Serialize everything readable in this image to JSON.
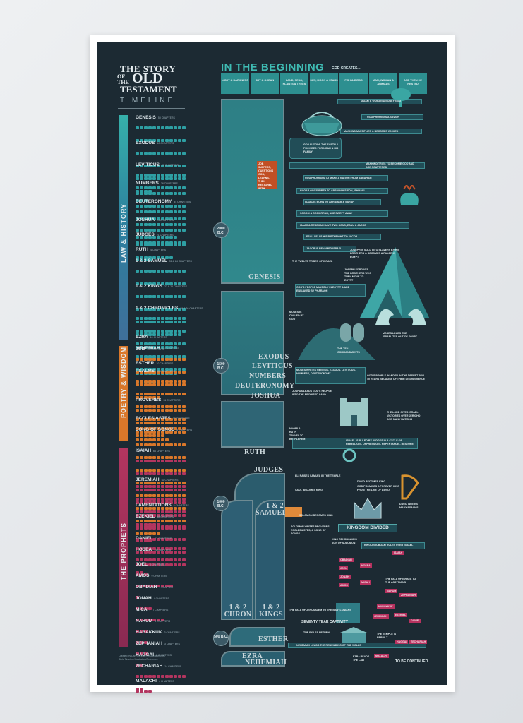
{
  "poster": {
    "title_line1": "THE STORY",
    "title_of": "OF THE",
    "title_old": "OLD",
    "title_line3": "TESTAMENT",
    "title_line4": "TIMELINE",
    "credit_line1": "Created by Dan Sheehan | illustration.com",
    "credit_line2": "Bible Timeline/Illustration/Reference"
  },
  "sections": [
    {
      "label": "LAW & HISTORY",
      "color": "#2e9fa3"
    },
    {
      "label": "POETRY & WISDOM",
      "color": "#d9772a"
    },
    {
      "label": "THE PROPHETS",
      "color": "#b3355f"
    }
  ],
  "books": [
    {
      "name": "GENESIS",
      "chapters": "50 CHAPTERS",
      "count": 50,
      "section": 0
    },
    {
      "name": "EXODUS",
      "chapters": "40 CHAPTERS",
      "count": 40,
      "section": 0
    },
    {
      "name": "LEVITICUS",
      "chapters": "27 CHAPTERS",
      "count": 27,
      "section": 0
    },
    {
      "name": "NUMBERS",
      "chapters": "36 CHAPTERS",
      "count": 36,
      "section": 0
    },
    {
      "name": "DEUTERONOMY",
      "chapters": "34 CHAPTERS",
      "count": 34,
      "section": 0
    },
    {
      "name": "JOSHUA",
      "chapters": "24 CHAPTERS",
      "count": 24,
      "section": 0
    },
    {
      "name": "JUDGES",
      "chapters": "21 CHAPTERS",
      "count": 21,
      "section": 0
    },
    {
      "name": "RUTH",
      "chapters": "4 CHAPTERS",
      "count": 4,
      "section": 0
    },
    {
      "name": "1 & 2 SAMUEL",
      "chapters": "31 & 24 CHAPTERS",
      "count": 55,
      "section": 0
    },
    {
      "name": "1 & 2 KINGS",
      "chapters": "22 & 25 CHAPTERS",
      "count": 47,
      "section": 0
    },
    {
      "name": "1 & 2 CHRONICLES",
      "chapters": "29 & 36 CHAPTERS",
      "count": 65,
      "section": 0
    },
    {
      "name": "EZRA",
      "chapters": "10 CHAPTERS",
      "count": 10,
      "section": 0
    },
    {
      "name": "NEHEMIAH",
      "chapters": "13 CHAPTERS",
      "count": 13,
      "section": 0
    },
    {
      "name": "ESTHER",
      "chapters": "10 CHAPTERS",
      "count": 10,
      "section": 0
    },
    {
      "name": "JOB",
      "chapters": "42 CHAPTERS",
      "count": 42,
      "section": 1
    },
    {
      "name": "PSALMS",
      "chapters": "150 CHAPTERS",
      "count": 150,
      "section": 1
    },
    {
      "name": "PROVERBS",
      "chapters": "31 CHAPTERS",
      "count": 31,
      "section": 1
    },
    {
      "name": "ECCLESIASTES",
      "chapters": "12 CHAPTERS",
      "count": 12,
      "section": 1
    },
    {
      "name": "SONG OF SONGS",
      "chapters": "8 CHAPTERS",
      "count": 8,
      "section": 1
    },
    {
      "name": "ISAIAH",
      "chapters": "66 CHAPTERS",
      "count": 66,
      "section": 2
    },
    {
      "name": "JEREMIAH",
      "chapters": "52 CHAPTERS",
      "count": 52,
      "section": 2
    },
    {
      "name": "LAMENTATIONS",
      "chapters": "5 CHAPTERS",
      "count": 5,
      "section": 2
    },
    {
      "name": "EZEKIEL",
      "chapters": "48 CHAPTERS",
      "count": 48,
      "section": 2
    },
    {
      "name": "DANIEL",
      "chapters": "12 CHAPTERS",
      "count": 12,
      "section": 2
    },
    {
      "name": "HOSEA",
      "chapters": "14 CHAPTERS",
      "count": 14,
      "section": 2
    },
    {
      "name": "JOEL",
      "chapters": "3 CHAPTERS",
      "count": 3,
      "section": 2
    },
    {
      "name": "AMOS",
      "chapters": "9 CHAPTERS",
      "count": 9,
      "section": 2
    },
    {
      "name": "OBADIAH",
      "chapters": "1 CHAPTER",
      "count": 1,
      "section": 2
    },
    {
      "name": "JONAH",
      "chapters": "4 CHAPTERS",
      "count": 4,
      "section": 2
    },
    {
      "name": "MICAH",
      "chapters": "7 CHAPTERS",
      "count": 7,
      "section": 2
    },
    {
      "name": "NAHUM",
      "chapters": "3 CHAPTERS",
      "count": 3,
      "section": 2
    },
    {
      "name": "HABAKKUK",
      "chapters": "3 CHAPTERS",
      "count": 3,
      "section": 2
    },
    {
      "name": "ZEPHANIAH",
      "chapters": "3 CHAPTERS",
      "count": 3,
      "section": 2
    },
    {
      "name": "HAGGAI",
      "chapters": "2 CHAPTERS",
      "count": 2,
      "section": 2
    },
    {
      "name": "ZECHARIAH",
      "chapters": "14 CHAPTERS",
      "count": 14,
      "section": 2
    },
    {
      "name": "MALACHI",
      "chapters": "4 CHAPTERS",
      "count": 4,
      "section": 2
    }
  ],
  "beginning": {
    "heading": "IN THE BEGINNING",
    "god_creates": "GOD CREATES...",
    "days": [
      "LIGHT & DARKNESS",
      "SKY & OCEAN",
      "LAND, SEAS, PLANTS & TREES",
      "SUN, MOON & STARS",
      "FISH & BIRDS",
      "MAN, WOMAN & ANIMALS",
      "AND THEN HE RESTED"
    ]
  },
  "timeline": {
    "dates": [
      "2000 B.C.",
      "1500 B.C.",
      "1000 B.C.",
      "500 B.C."
    ],
    "book_labels": [
      "GENESIS",
      "EXODUS",
      "LEVITICUS",
      "NUMBERS",
      "DEUTERONOMY",
      "JOSHUA",
      "RUTH",
      "JUDGES",
      "1 & 2 SAMUEL",
      "1 & 2 CHRON",
      "1 & 2 KINGS",
      "ESTHER",
      "EZRA",
      "NEHEMIAH"
    ]
  },
  "events": {
    "adam": "ADAM & WOMAN DISOBEY GOD",
    "promise": "GOD PROMISES A SAVIOR",
    "mankind": "MANKIND MULTIPLIES & BECOMES WICKED",
    "flood": "GOD FLOODS THE EARTH & PROVIDES FOR NOAH & HIS FAMILY",
    "babel": "MANKIND TRIES TO BECOME GOD AND ARE SCATTERED",
    "job": "JOB SUFFERS, QUESTIONS GOD, LEARNS, THEN RESTORED WITH GREATER BLESSINGS",
    "abraham": "GOD PROMISES TO MAKE A NATION FROM ABRAHAM",
    "hagar": "HAGAR GIVES BIRTH TO ABRAHAM'S SON, ISHMAEL",
    "isaac": "ISAAC IS BORN TO ABRAHAM & SARAH",
    "sodom": "SODOM & GOMORRAH, ARE SWEPT AWAY",
    "twins": "ISAAC & REBEKAH HAVE TWO SONS, ESAU & JACOB",
    "esau": "ESAU SELLS HIS BIRTHRIGHT TO JACOB",
    "jacob": "JACOB IS RENAMED ISRAEL",
    "joseph": "JOSEPH IS SOLD INTO SLAVERY BY HIS BROTHERS & BECOMES A RULER IN EGYPT",
    "tribes": "THE TWELVE TRIBES OF ISRAEL",
    "forgive": "JOSEPH FORGIVES THE BROTHERS WHO THEN MOVE TO EGYPT",
    "enslaved": "GOD'S PEOPLE MULTIPLY IN EGYPT & ARE ENSLAVED BY PHARAOH",
    "moses": "MOSES IS CALLED BY GOD",
    "redsea": "MOSES LEADS THE ISRAELITES OUT OF EGYPT",
    "commandments": "THE TEN COMMANDMENTS",
    "writes": "MOSES WRITES GENESIS, EXODUS, LEVITICUS, NUMBERS, DEUTERONOMY",
    "wander": "GOD'S PEOPLE WANDER IN THE DESERT FOR 40 YEARS BECAUSE OF THEIR DISOBEDIENCE",
    "promised": "JOSHUA LEADS GOD'S PEOPLE INTO THE PROMISED LAND",
    "victories": "THE LORD GIVES ISRAEL VICTORIES OVER JERICHO AND MANY NATIONS",
    "cycle": "ISRAEL IS RULED BY JUDGES IN A CYCLE OF REBELLION - OPPRESSION - REPENTANCE - RESTORE",
    "ruth_naomi": "NAOMI & RUTH TRAVEL TO BETHLEHEM",
    "samuel": "ELI RAISES SAMUEL IN THE TEMPLE",
    "saul": "SAUL BECOMES KING",
    "david": "DAVID BECOMES KING",
    "forever": "GOD PROMISES A FOREVER KING FROM THE LINE OF DAVID",
    "psalms": "DAVID WRITES MANY PSALMS",
    "solomon": "SOLOMON BECOMES KING",
    "proverbs": "SOLOMON WRITES PROVERBS, ECCLESIASTES, & SONG OF SONGS",
    "divided": "KINGDOM DIVIDED",
    "rehoboam": "KING REHOBOAM IS SON OF SOLOMON",
    "jeroboam": "KING JEROBOAM RULES OVER ISRAEL",
    "israel_falls": "THE FALL OF ISRAEL TO THE ASSYRIANS",
    "judah_falls": "THE FALL OF JERUSALEM TO THE BABYLONIANS",
    "seventy": "SEVENTY YEAR CAPTIVITY",
    "exiles": "THE EXILES RETURN",
    "temple": "THE TEMPLE IS REBUILT",
    "walls": "NEHEMIAH LEADS THE REBUILDING OF THE WALLS",
    "law": "EZRA READS THE LAW",
    "continued": "TO BE CONTINUED..."
  },
  "prophet_tags": [
    "OBADIAH",
    "JOEL",
    "JONAH",
    "AMOS",
    "HOSEA",
    "MICAH",
    "ISAIAH",
    "NAHUM",
    "ZEPHANIAH",
    "HABAKKUK",
    "JEREMIAH",
    "EZEKIEL",
    "DANIEL",
    "HAGGAI",
    "ZECHARIAH",
    "MALACHI"
  ]
}
